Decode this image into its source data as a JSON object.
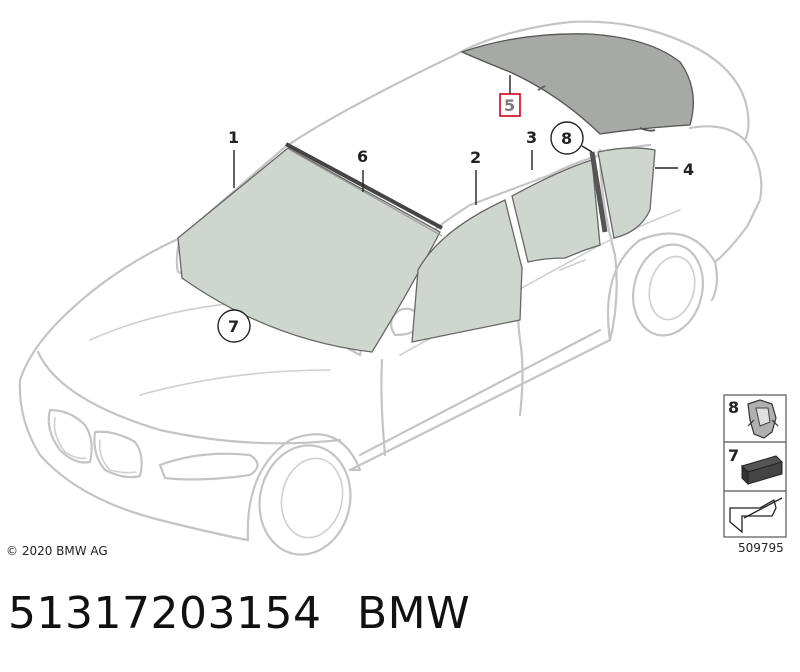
{
  "diagram": {
    "callouts": [
      "1",
      "2",
      "3",
      "4",
      "5",
      "6",
      "7",
      "8"
    ],
    "legend": [
      {
        "label": "8"
      },
      {
        "label": "7"
      }
    ],
    "copyright": "© 2020 BMW AG",
    "image_number": "509795"
  },
  "footer": {
    "part_number": "51317203154",
    "brand": "BMW"
  },
  "colors": {
    "glass": "#cfd5cf",
    "rear_glass": "#a7a9a6",
    "outline": "#c4c4c4",
    "highlight_box": "#d0021b"
  }
}
